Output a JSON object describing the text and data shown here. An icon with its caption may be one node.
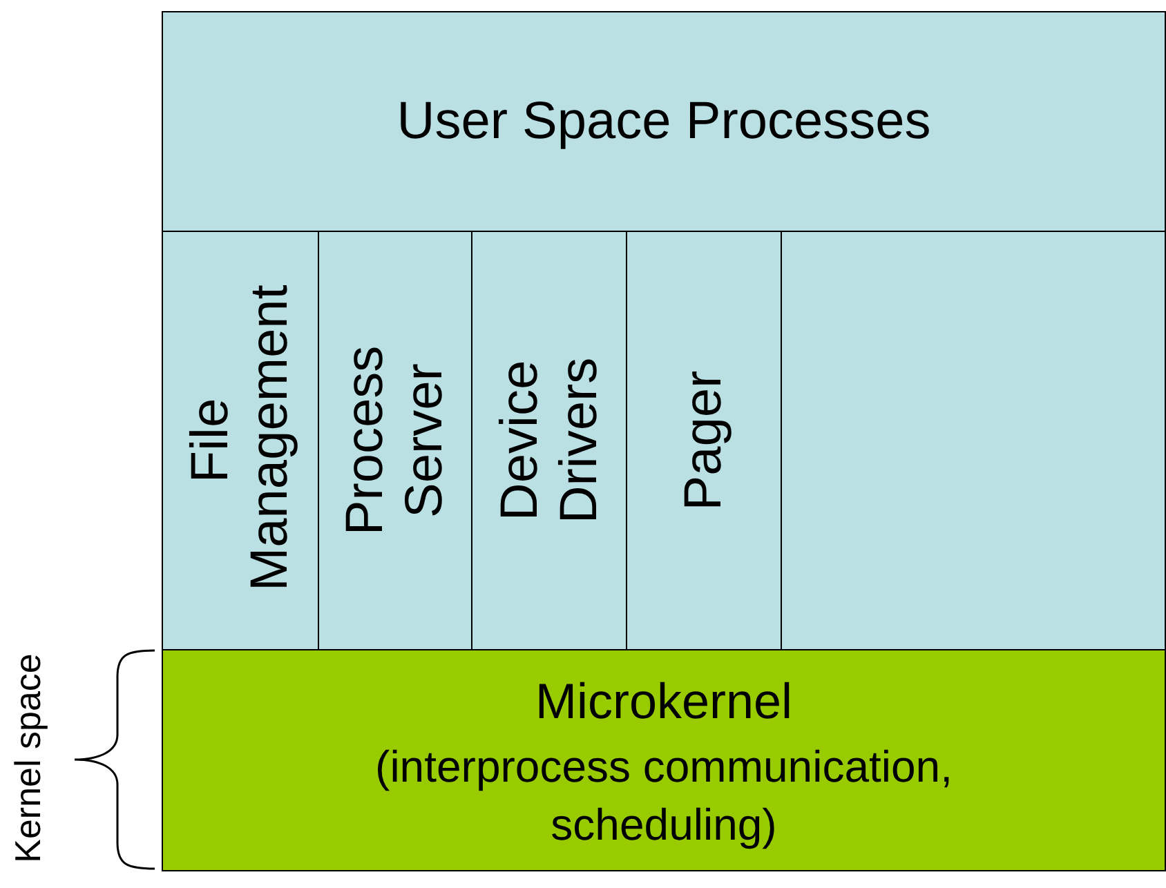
{
  "diagram": {
    "nodes": [
      {
        "text": [
          "User Space Processes"
        ]
      },
      {
        "text": [
          "File Management"
        ]
      },
      {
        "text": [
          "Process Server"
        ]
      },
      {
        "text": [
          "Device Drivers"
        ]
      },
      {
        "text": [
          "Pager"
        ]
      },
      {
        "text": [],
        "shape": "box"
      },
      {
        "text": [
          "Microkernel",
          "(interprocess communication, scheduling)"
        ]
      }
    ],
    "labels": [
      "Kernel space"
    ]
  }
}
